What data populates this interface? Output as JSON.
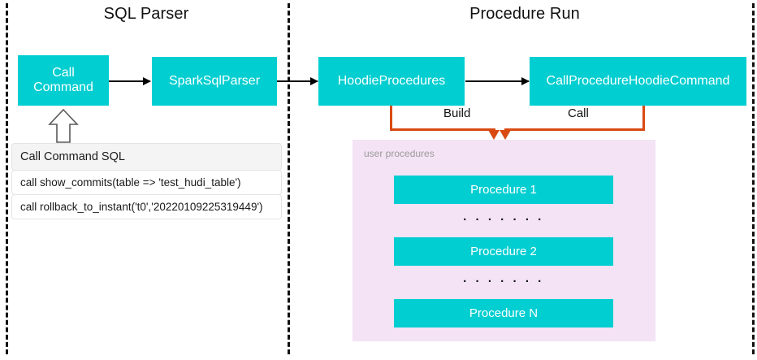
{
  "diagram": {
    "sections": [
      {
        "id": "sql-parser",
        "title": "SQL Parser"
      },
      {
        "id": "procedure-run",
        "title": "Procedure Run"
      }
    ],
    "nodes": {
      "call_command": "Call\nCommand",
      "call_command_line1": "Call",
      "call_command_line2": "Command",
      "spark_sql_parser": "SparkSqlParser",
      "hoodie_procedures": "HoodieProcedures",
      "call_procedure_hoodie_command": "CallProcedureHoodieCommand"
    },
    "edges": [
      {
        "from": "call_command",
        "to": "spark_sql_parser",
        "label": ""
      },
      {
        "from": "spark_sql_parser",
        "to": "hoodie_procedures",
        "label": ""
      },
      {
        "from": "hoodie_procedures",
        "to": "call_procedure_hoodie_command",
        "label": ""
      },
      {
        "from": "hoodie_procedures",
        "to": "user_procedures",
        "label": "Build"
      },
      {
        "from": "call_procedure_hoodie_command",
        "to": "user_procedures",
        "label": "Call"
      }
    ],
    "edge_labels": {
      "build": "Build",
      "call": "Call"
    },
    "sql_table": {
      "header": "Call Command SQL",
      "rows": [
        "call show_commits(table => 'test_hudi_table')",
        "call rollback_to_instant('t0','20220109225319449')"
      ]
    },
    "user_procedures": {
      "label": "user procedures",
      "items": [
        {
          "name": "Procedure 1"
        },
        {
          "name": "Procedure 2"
        },
        {
          "name": "Procedure N"
        }
      ],
      "ellipsis": ". . . . . . ."
    },
    "colors": {
      "node_fill": "#00CED1",
      "node_text": "#FFFFFF",
      "panel_fill": "#F3E3F4",
      "edge_build_call": "#D94A12",
      "edge_flow": "#000000",
      "separator": "#111111",
      "table_header_fill": "#F4F4F4"
    }
  }
}
